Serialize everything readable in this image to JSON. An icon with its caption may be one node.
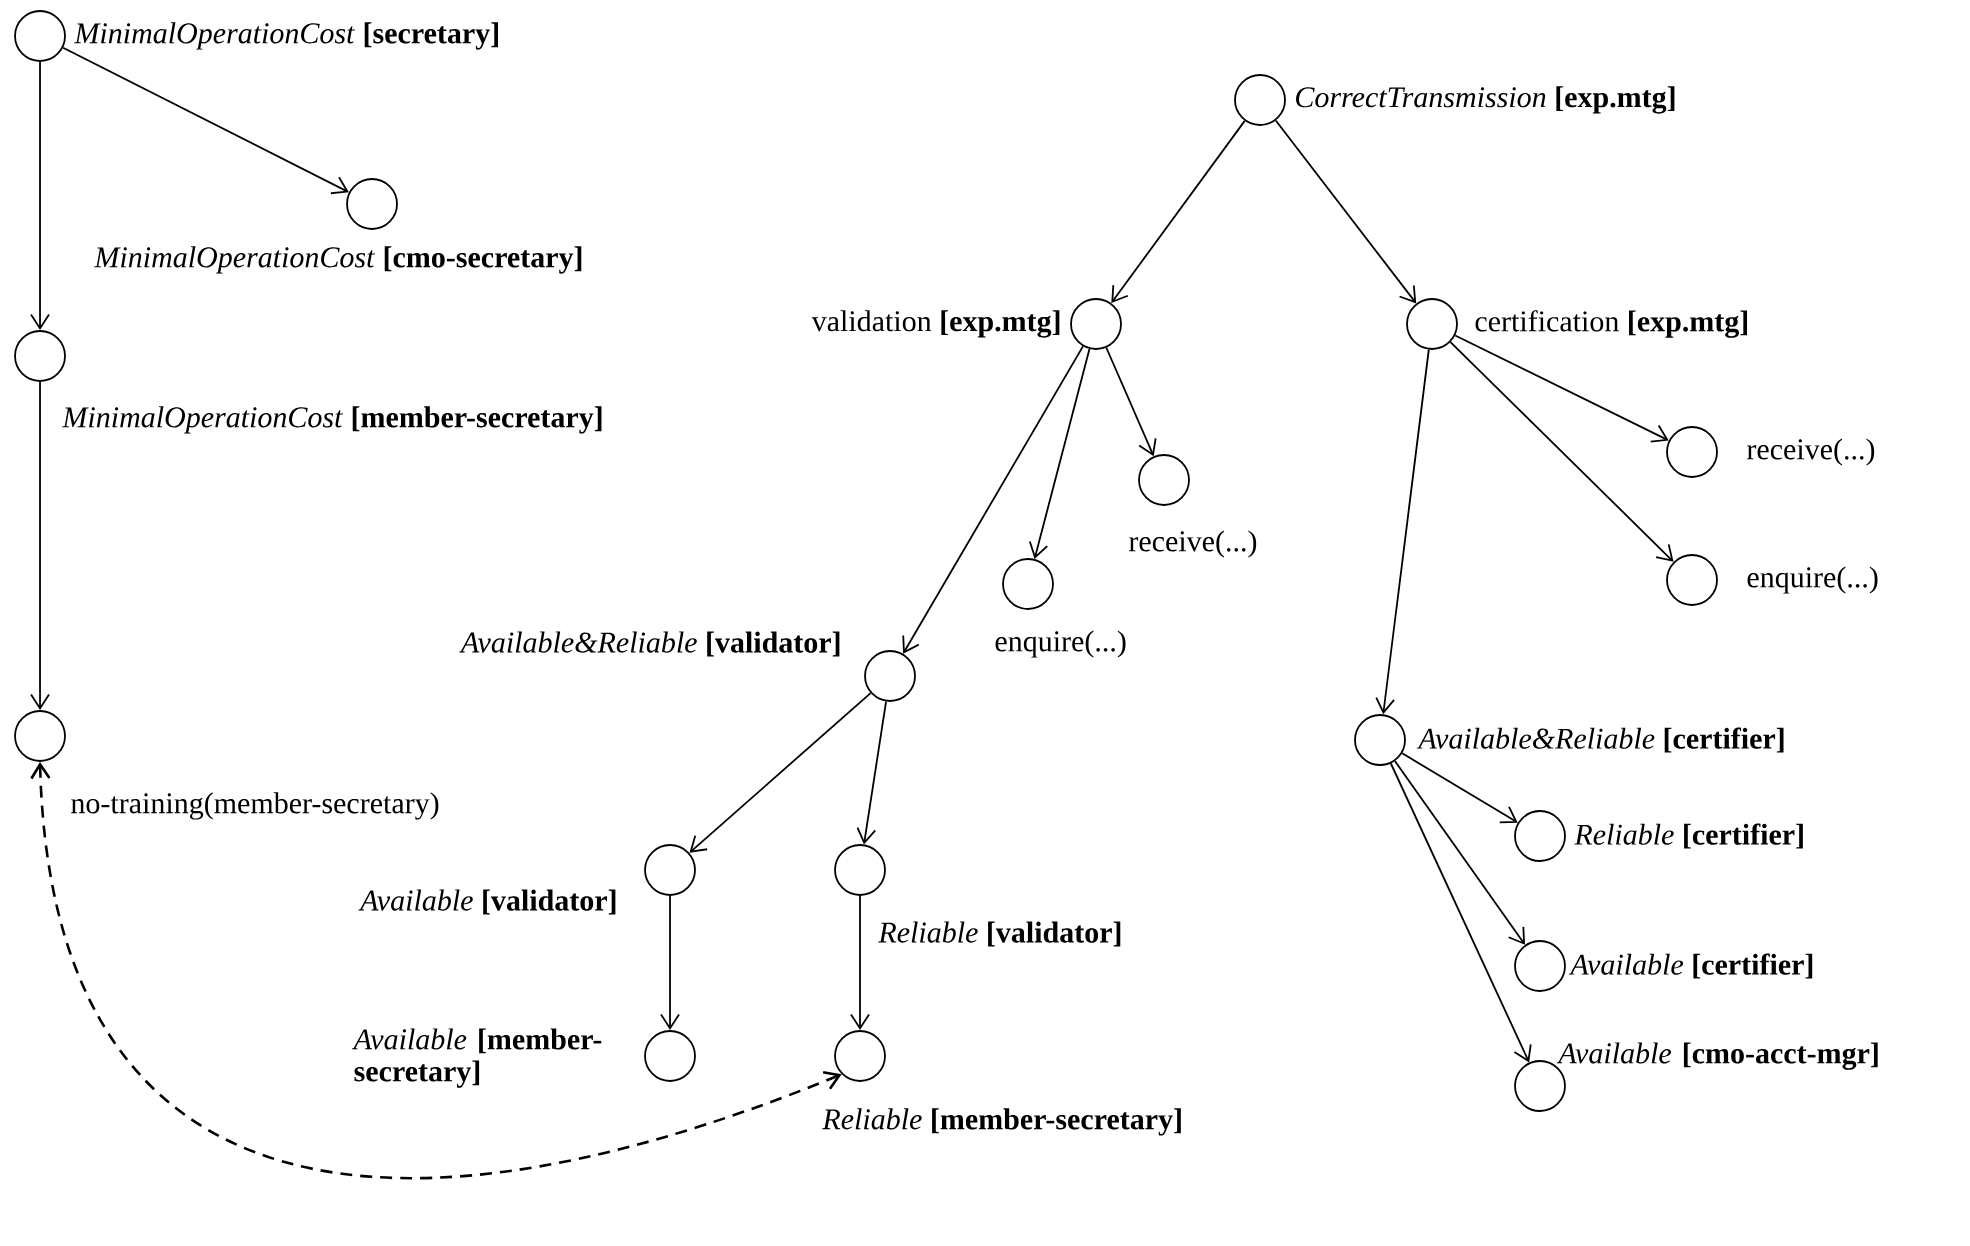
{
  "diagram": {
    "nodes": [
      {
        "text": [
          "*MinimalOperationCost* **[secretary]**"
        ]
      },
      {
        "text": [
          "*MinimalOperationCost* **[cmo-secretary]**"
        ]
      },
      {
        "text": [
          "*MinimalOperationCost* **[member-secretary]**"
        ]
      },
      {
        "text": [
          "no-training(member-secretary)"
        ]
      },
      {
        "text": [
          "*CorrectTransmission* **[exp.mtg]**"
        ]
      },
      {
        "text": [
          "validation **[exp.mtg]**"
        ]
      },
      {
        "text": [
          "certification **[exp.mtg]**"
        ]
      },
      {
        "text": [
          "receive(...)"
        ]
      },
      {
        "text": [
          "enquire(...)"
        ]
      },
      {
        "text": [
          "receive(...)"
        ]
      },
      {
        "text": [
          "enquire(...)"
        ]
      },
      {
        "text": [
          "*Available&Reliable* **[validator]**"
        ]
      },
      {
        "text": [
          "*Available&Reliable* **[certifier]**"
        ]
      },
      {
        "text": [
          "*Available* **[validator]**"
        ]
      },
      {
        "text": [
          "*Reliable* **[validator]**"
        ]
      },
      {
        "text": [
          "*Available* **[member-secretary]**"
        ]
      },
      {
        "text": [
          "*Reliable* **[member-secretary]**"
        ]
      },
      {
        "text": [
          "*Reliable* **[certifier]**"
        ]
      },
      {
        "text": [
          "*Available* **[certifier]**"
        ]
      },
      {
        "text": [
          "*Available* **[cmo-acct-mgr]**"
        ]
      }
    ],
    "edges": [
      {
        "from": 0,
        "to": 1,
        "arrow": "to"
      },
      {
        "from": 0,
        "to": 2,
        "arrow": "to"
      },
      {
        "from": 2,
        "to": 3,
        "arrow": "to"
      },
      {
        "from": 4,
        "to": 5,
        "arrow": "to"
      },
      {
        "from": 4,
        "to": 6,
        "arrow": "to"
      },
      {
        "from": 5,
        "to": 7,
        "arrow": "to"
      },
      {
        "from": 5,
        "to": 8,
        "arrow": "to"
      },
      {
        "from": 6,
        "to": 9,
        "arrow": "to"
      },
      {
        "from": 6,
        "to": 10,
        "arrow": "to"
      },
      {
        "from": 5,
        "to": 11,
        "arrow": "to"
      },
      {
        "from": 6,
        "to": 12,
        "arrow": "to"
      },
      {
        "from": 11,
        "to": 13,
        "arrow": "to"
      },
      {
        "from": 11,
        "to": 14,
        "arrow": "to"
      },
      {
        "from": 12,
        "to": 17,
        "arrow": "to"
      },
      {
        "from": 12,
        "to": 18,
        "arrow": "to"
      },
      {
        "from": 12,
        "to": 19,
        "arrow": "to"
      },
      {
        "from": 13,
        "to": 15,
        "arrow": "to"
      },
      {
        "from": 14,
        "to": 16,
        "arrow": "to"
      },
      {
        "from": 3,
        "to": 16,
        "arrow": "both",
        "style": "dashed"
      }
    ]
  }
}
